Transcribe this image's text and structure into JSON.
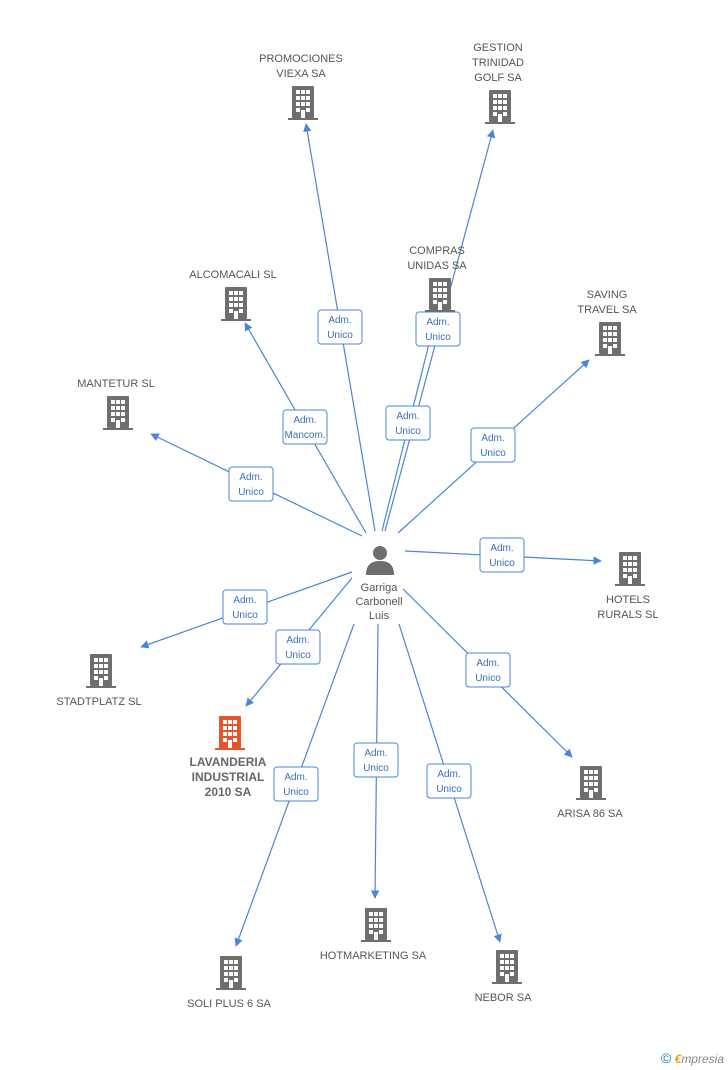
{
  "center": {
    "name_lines": [
      "Garriga",
      "Carbonell",
      "Luis"
    ]
  },
  "companies": [
    {
      "id": "promociones",
      "lines": [
        "PROMOCIONES",
        "VIEXA SA"
      ],
      "role": [
        "Adm.",
        "Unico"
      ],
      "highlight": false
    },
    {
      "id": "gestion",
      "lines": [
        "GESTION",
        "TRINIDAD",
        "GOLF SA"
      ],
      "role": [
        "Adm.",
        "Unico"
      ],
      "highlight": false
    },
    {
      "id": "compras",
      "lines": [
        "COMPRAS",
        "UNIDAS SA"
      ],
      "role": [
        "Adm.",
        "Unico"
      ],
      "highlight": false
    },
    {
      "id": "alcomacali",
      "lines": [
        "ALCOMACALI SL"
      ],
      "role": [
        "Adm.",
        "Mancom."
      ],
      "highlight": false
    },
    {
      "id": "saving",
      "lines": [
        "SAVING",
        "TRAVEL SA"
      ],
      "role": [
        "Adm.",
        "Unico"
      ],
      "highlight": false
    },
    {
      "id": "mantetur",
      "lines": [
        "MANTETUR SL"
      ],
      "role": [
        "Adm.",
        "Unico"
      ],
      "highlight": false
    },
    {
      "id": "hotels",
      "lines": [
        "HOTELS",
        "RURALS SL"
      ],
      "role": [
        "Adm.",
        "Unico"
      ],
      "highlight": false
    },
    {
      "id": "stadtplatz",
      "lines": [
        "STADTPLATZ SL"
      ],
      "role": [
        "Adm.",
        "Unico"
      ],
      "highlight": false
    },
    {
      "id": "lavanderia",
      "lines": [
        "LAVANDERIA",
        "INDUSTRIAL",
        "2010 SA"
      ],
      "role": [
        "Adm.",
        "Unico"
      ],
      "highlight": true
    },
    {
      "id": "arisa",
      "lines": [
        "ARISA 86 SA"
      ],
      "role": [
        "Adm.",
        "Unico"
      ],
      "highlight": false
    },
    {
      "id": "soliplus",
      "lines": [
        "SOLI PLUS 6 SA"
      ],
      "role": [
        "Adm.",
        "Unico"
      ],
      "highlight": false
    },
    {
      "id": "hotmarketing",
      "lines": [
        "HOTMARKETING SA"
      ],
      "role": [
        "Adm.",
        "Unico"
      ],
      "highlight": false
    },
    {
      "id": "nebor",
      "lines": [
        "NEBOR SA"
      ],
      "role": [
        "Adm.",
        "Unico"
      ],
      "highlight": false
    }
  ],
  "colors": {
    "edge": "#4a86d4",
    "building": "#6e6e6e",
    "building_highlight": "#e8542a",
    "person": "#6e6e6e"
  },
  "icons": {
    "company": "building-icon",
    "person": "person-icon",
    "brand": "copyright-icon"
  },
  "brand": {
    "copyright": "©",
    "e": "€",
    "rest": "mpresia"
  }
}
